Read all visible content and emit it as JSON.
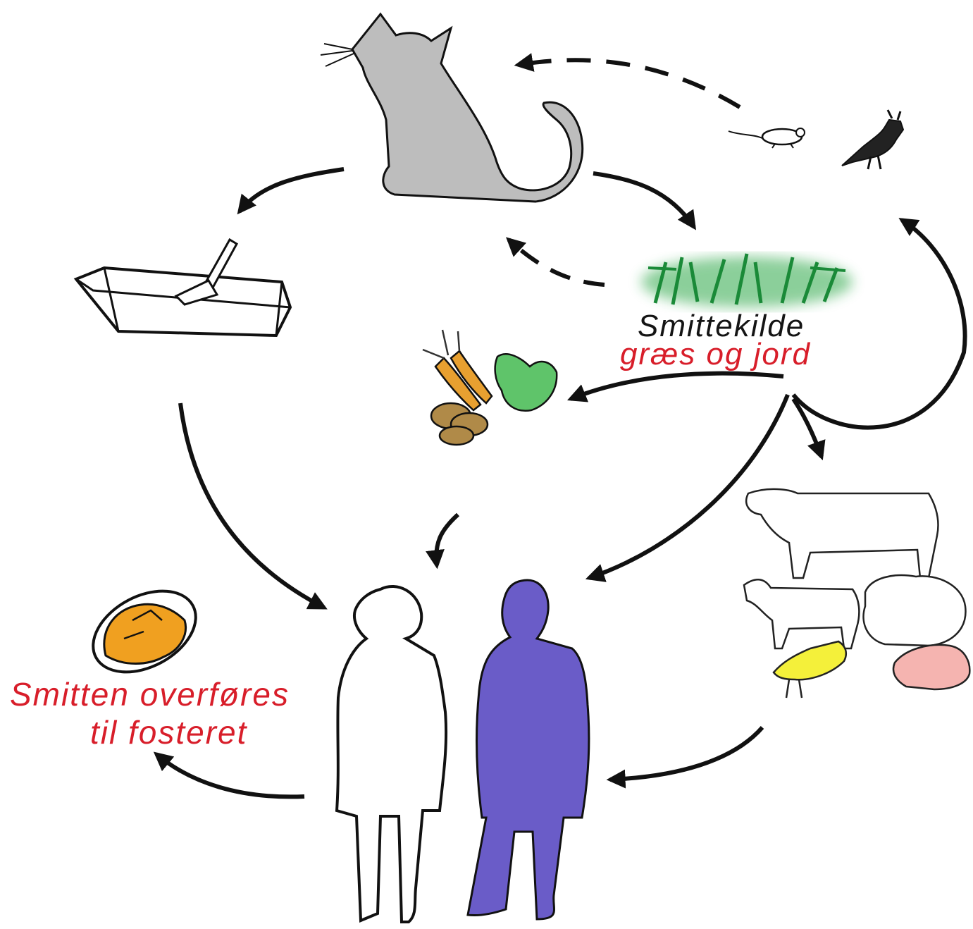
{
  "labels": {
    "source_title": "Smittekilde",
    "source_subtitle": "græs og jord",
    "transmission_line1": "Smitten overføres",
    "transmission_line2": "til fosteret"
  },
  "colors": {
    "cat": "#bdbdbd",
    "grass": "#2ea84a",
    "red_text": "#d81e2a",
    "man": "#6a5cc8",
    "fetus": "#f0a020",
    "chicken": "#f4f03a",
    "pig": "#f5b4b0",
    "vegetables": "#e8a030",
    "potatoes": "#b08a48"
  }
}
